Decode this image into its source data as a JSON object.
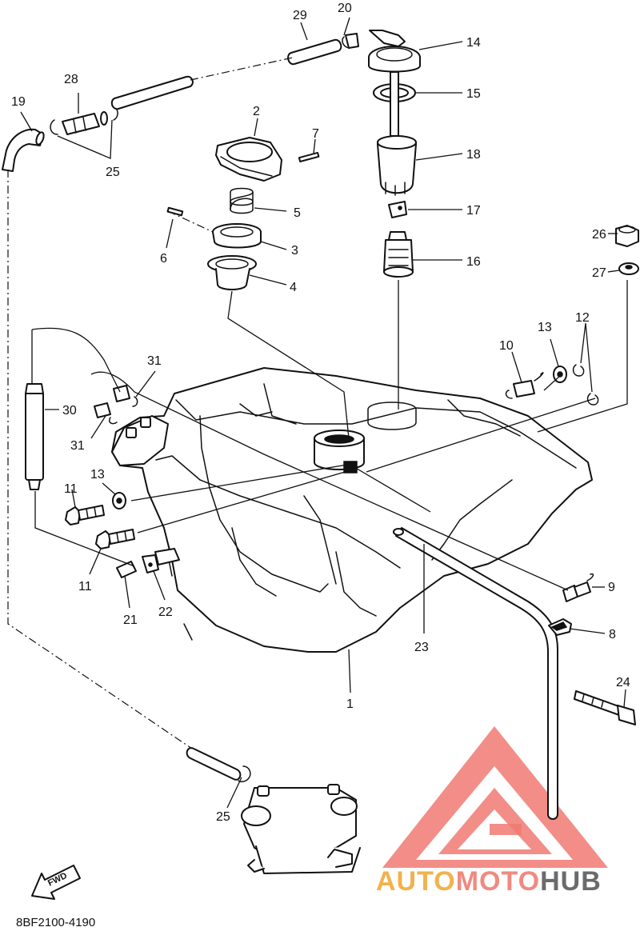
{
  "diagram_code": "8BF2100-4190",
  "fwd_label": "FWD",
  "watermark": {
    "part1": "AUTO",
    "part2": "MOTO",
    "part3": "HUB",
    "color_part1": "#f2b24c",
    "color_part2": "#f08a80",
    "color_part3": "#6b6b6b",
    "logo_color": "#f07a72"
  },
  "callouts": {
    "c1": "1",
    "c2": "2",
    "c3": "3",
    "c4": "4",
    "c5": "5",
    "c6": "6",
    "c7": "7",
    "c8": "8",
    "c9": "9",
    "c10": "10",
    "c11a": "11",
    "c11b": "11",
    "c12": "12",
    "c13a": "13",
    "c13b": "13",
    "c14": "14",
    "c15": "15",
    "c16": "16",
    "c17": "17",
    "c18": "18",
    "c19": "19",
    "c20": "20",
    "c21": "21",
    "c22": "22",
    "c23": "23",
    "c24": "24",
    "c25a": "25",
    "c25b": "25",
    "c26": "26",
    "c27": "27",
    "c28": "28",
    "c29": "29",
    "c30": "30",
    "c31a": "31",
    "c31b": "31"
  }
}
